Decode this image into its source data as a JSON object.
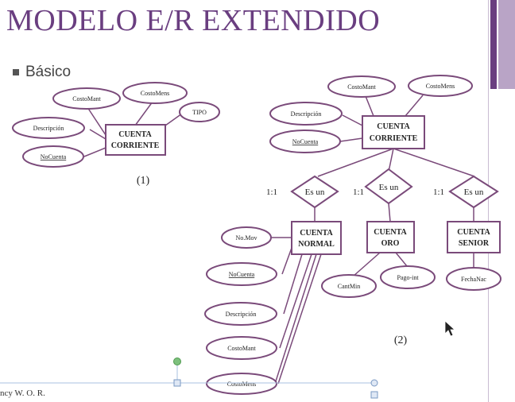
{
  "slide": {
    "title": "MODELO E/R EXTENDIDO",
    "bullet": "Básico",
    "footer": "ncy W. O. R.",
    "accent_color": "#6a3e80",
    "line_color": "#7a4a7a"
  },
  "diagram1": {
    "entity": [
      "CUENTA",
      "CORRIENTE"
    ],
    "attributes": {
      "costo_mant": "CostoMant",
      "costo_mens": "CostoMens",
      "tipo": "TIPO",
      "descripcion": "Descripción",
      "no_cuenta": "NoCuenta"
    },
    "label": "(1)"
  },
  "diagram2": {
    "top_entity": [
      "CUENTA",
      "CORRIENTE"
    ],
    "top_attributes": {
      "costo_mant": "CostoMant",
      "costo_mens": "CostoMens",
      "descripcion": "Descripción",
      "no_cuenta": "NoCuenta"
    },
    "relationships": [
      "Es un",
      "Es un",
      "Es un"
    ],
    "cardinalities": [
      "1:1",
      "1:1",
      "1:1"
    ],
    "sub_entities": {
      "normal": [
        "CUENTA",
        "NORMAL"
      ],
      "oro": [
        "CUENTA",
        "ORO"
      ],
      "senior": [
        "CUENTA",
        "SENIOR"
      ]
    },
    "normal_attributes": {
      "no_mov": "No.Mov",
      "no_cuenta": "NoCuenta",
      "descripcion": "Descripción",
      "costo_mant": "CostoMant",
      "costo_mens": "CostoMens"
    },
    "oro_attributes": {
      "cant_min": "CantMin",
      "pago_int": "Pago-int"
    },
    "senior_attributes": {
      "fecha_nac": "FechaNac"
    },
    "label": "(2)"
  }
}
